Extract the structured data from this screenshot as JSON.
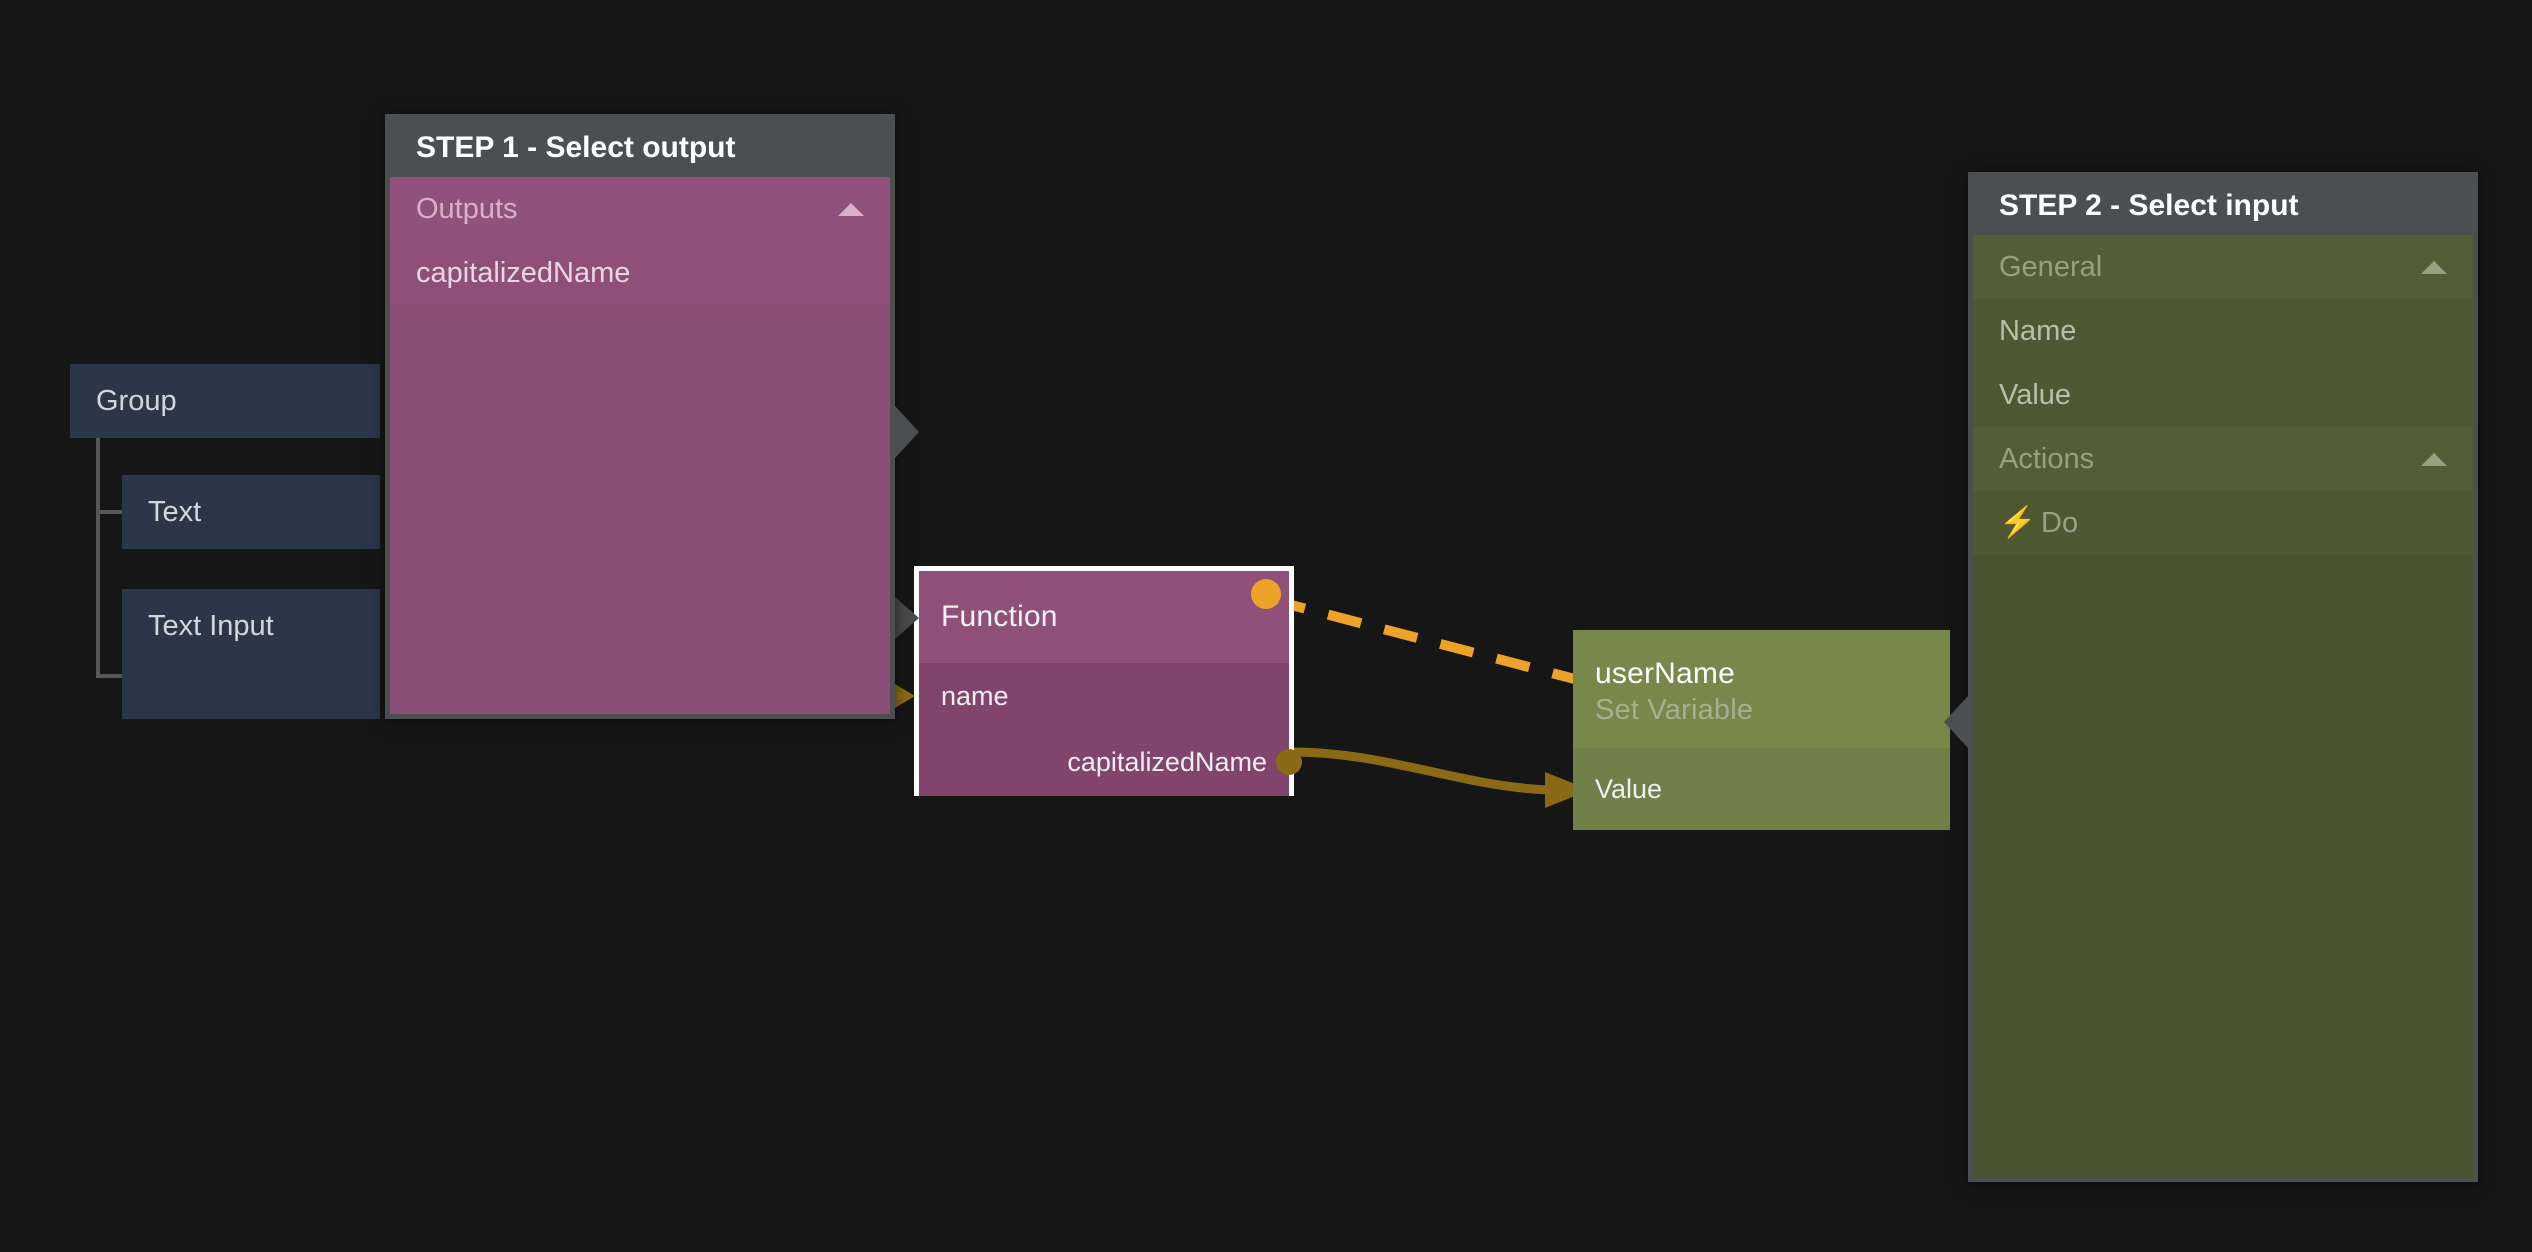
{
  "canvas": {
    "background": "#161616",
    "accent_exec": "#eda32a",
    "accent_data": "#8a6a14"
  },
  "tree_nodes": [
    {
      "label": "Group"
    },
    {
      "label": "Text"
    },
    {
      "label": "Text Input"
    }
  ],
  "function_node": {
    "title": "Function",
    "inputs": [
      {
        "label": "name"
      }
    ],
    "outputs": [
      {
        "label": "capitalizedName"
      }
    ],
    "selected": true,
    "color": "#8a4d74"
  },
  "setvar_node": {
    "title": "userName",
    "subtitle": "Set Variable",
    "inputs": [
      {
        "label": "Value"
      }
    ],
    "color": "#78884b"
  },
  "step1_panel": {
    "title": "STEP 1 - Select output",
    "sections": [
      {
        "header": "Outputs",
        "collapse_icon": "chevron-up-icon",
        "items": [
          "capitalizedName"
        ]
      }
    ]
  },
  "step2_panel": {
    "title": "STEP 2 - Select input",
    "sections": [
      {
        "header": "General",
        "collapse_icon": "chevron-up-icon",
        "items": [
          "Name",
          "Value"
        ]
      },
      {
        "header": "Actions",
        "collapse_icon": "chevron-up-icon",
        "items": [
          "Do"
        ],
        "item_icon": "bolt-icon",
        "item_icon_glyph": "⚡"
      }
    ]
  },
  "connections": [
    {
      "kind": "exec",
      "from": "Function.exec-out",
      "to": "userName.exec-in",
      "style": "dashed",
      "color": "#eda32a"
    },
    {
      "kind": "data",
      "from": "Function.capitalizedName",
      "to": "userName.Value",
      "style": "solid",
      "color": "#8a6a14"
    }
  ]
}
